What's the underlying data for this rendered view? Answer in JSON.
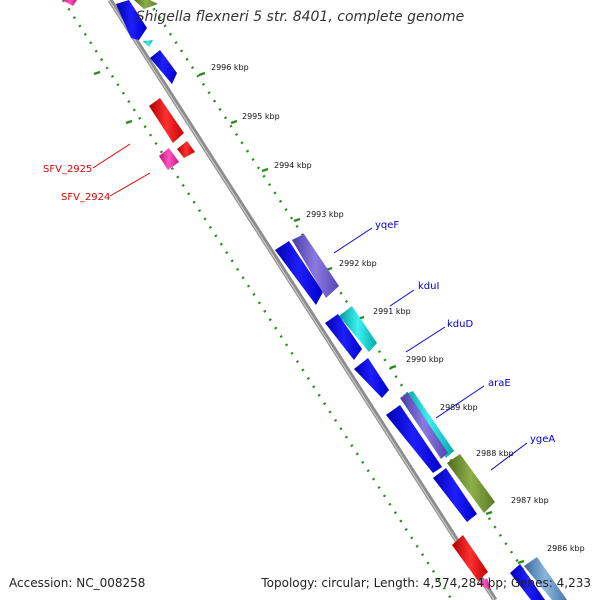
{
  "title": "Shigella flexneri 5 str. 8401, complete genome",
  "footer": {
    "accession": "Accession: NC_008258",
    "summary": "Topology: circular; Length: 4,574,284 bp; Genes: 4,233"
  },
  "colors": {
    "backbone": "#909090",
    "tick": "#2e8b22",
    "forward_label": "#0000cc",
    "reverse_label": "#dd0000"
  },
  "kbp_labels": [
    "2996 kbp",
    "2995 kbp",
    "2994 kbp",
    "2993 kbp",
    "2992 kbp",
    "2991 kbp",
    "2990 kbp",
    "2989 kbp",
    "2988 kbp",
    "2987 kbp",
    "2986 kbp"
  ],
  "gene_labels": {
    "yqeF": "yqeF",
    "kduI": "kduI",
    "kduD": "kduD",
    "araE": "araE",
    "ygeA": "ygeA",
    "SFV_2925": "SFV_2925",
    "SFV_2924": "SFV_2924"
  }
}
